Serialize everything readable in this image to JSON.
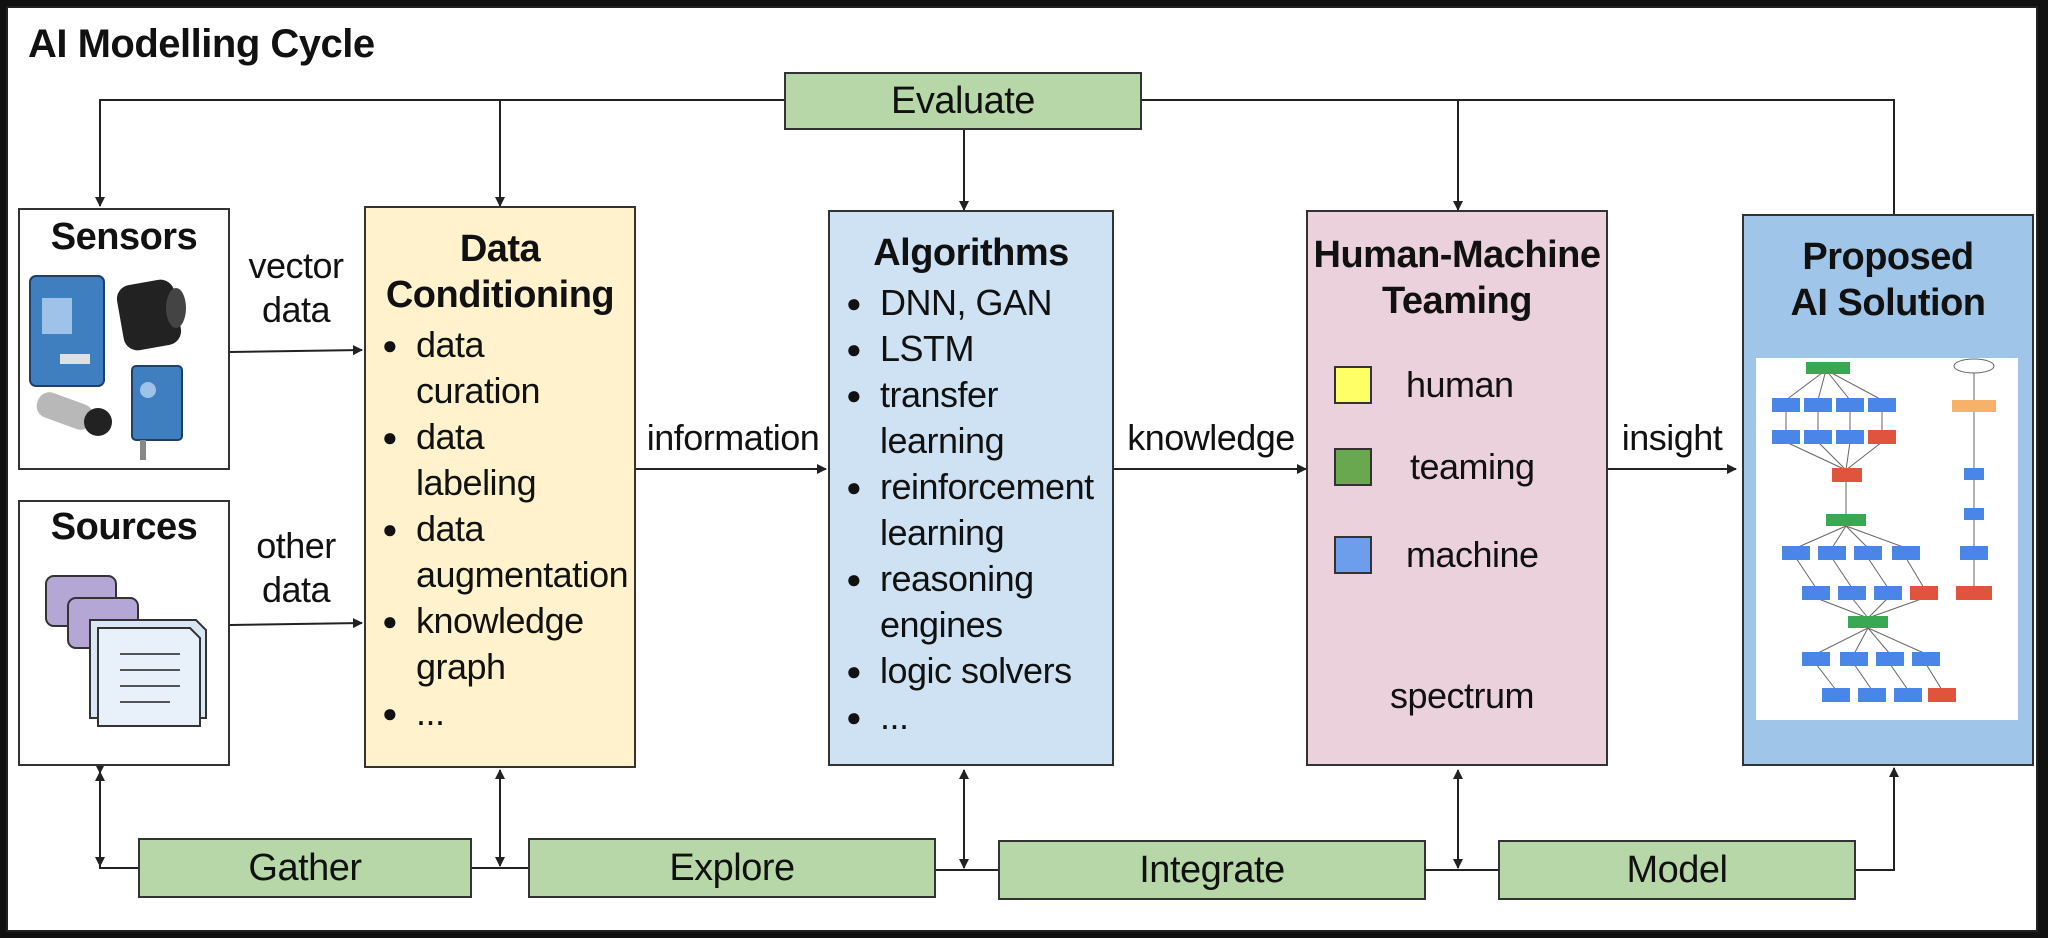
{
  "title": "AI Modelling Cycle",
  "evaluate": "Evaluate",
  "bottom_steps": [
    "Gather",
    "Explore",
    "Integrate",
    "Model"
  ],
  "sensors": {
    "title": "Sensors",
    "flow": "vector\ndata"
  },
  "sources": {
    "title": "Sources",
    "flow": "other\ndata"
  },
  "conditioning": {
    "title": "Data\nConditioning",
    "items": [
      "data\ncuration",
      "data\nlabeling",
      "data\naugmentation",
      "knowledge\ngraph",
      "..."
    ],
    "flow": "information"
  },
  "algorithms": {
    "title": "Algorithms",
    "items": [
      "DNN, GAN",
      "LSTM",
      "transfer\nlearning",
      "reinforcement\nlearning",
      "reasoning\nengines",
      "logic solvers",
      "..."
    ],
    "flow": "knowledge"
  },
  "teaming": {
    "title": "Human-Machine\nTeaming",
    "legend": [
      {
        "label": "human",
        "color": "#ffff66"
      },
      {
        "label": "teaming",
        "color": "#6aa84f"
      },
      {
        "label": "machine",
        "color": "#6d9eeb"
      }
    ],
    "spectrum": "spectrum",
    "flow": "insight"
  },
  "solution": {
    "title": "Proposed\nAI Solution"
  },
  "colors": {
    "conditioning_bg": "#fff2cc",
    "algorithms_bg": "#cfe2f3",
    "teaming_bg": "#ead1dc",
    "solution_bg": "#9fc5e8",
    "step_bg": "#b7d7a8"
  }
}
